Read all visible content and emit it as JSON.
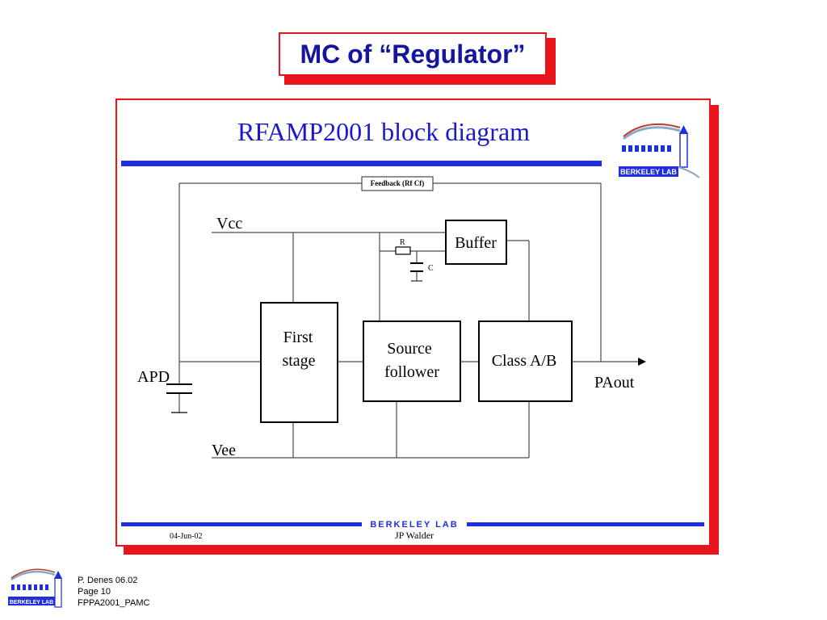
{
  "slide": {
    "title": "MC of “Regulator”"
  },
  "diagram": {
    "title": "RFAMP2001 block diagram",
    "blocks": {
      "first_stage": [
        "First",
        "stage"
      ],
      "source_follower": [
        "Source",
        "follower"
      ],
      "class_ab": "Class A/B",
      "buffer": "Buffer",
      "feedback": "Feedback (Rf Cf)"
    },
    "labels": {
      "vcc": "Vcc",
      "vee": "Vee",
      "apd": "APD",
      "paout": "PAout",
      "resistor": "R",
      "capacitor": "C"
    }
  },
  "panel_footer": {
    "date": "04-Jun-02",
    "author": "JP Walder",
    "lab_banner": "BERKELEY LAB"
  },
  "logo": {
    "text": "BERKELEY LAB"
  },
  "page_footer": {
    "line1": "P. Denes 06.02",
    "line2": "Page 10",
    "line3": "FPPA2001_PAMC"
  },
  "colors": {
    "accent_red": "#e8151c",
    "title_blue": "#1515a0",
    "diagram_blue": "#1a1acc",
    "rule_blue": "#1f2ee0",
    "wire_gray": "#4a4a4a"
  }
}
